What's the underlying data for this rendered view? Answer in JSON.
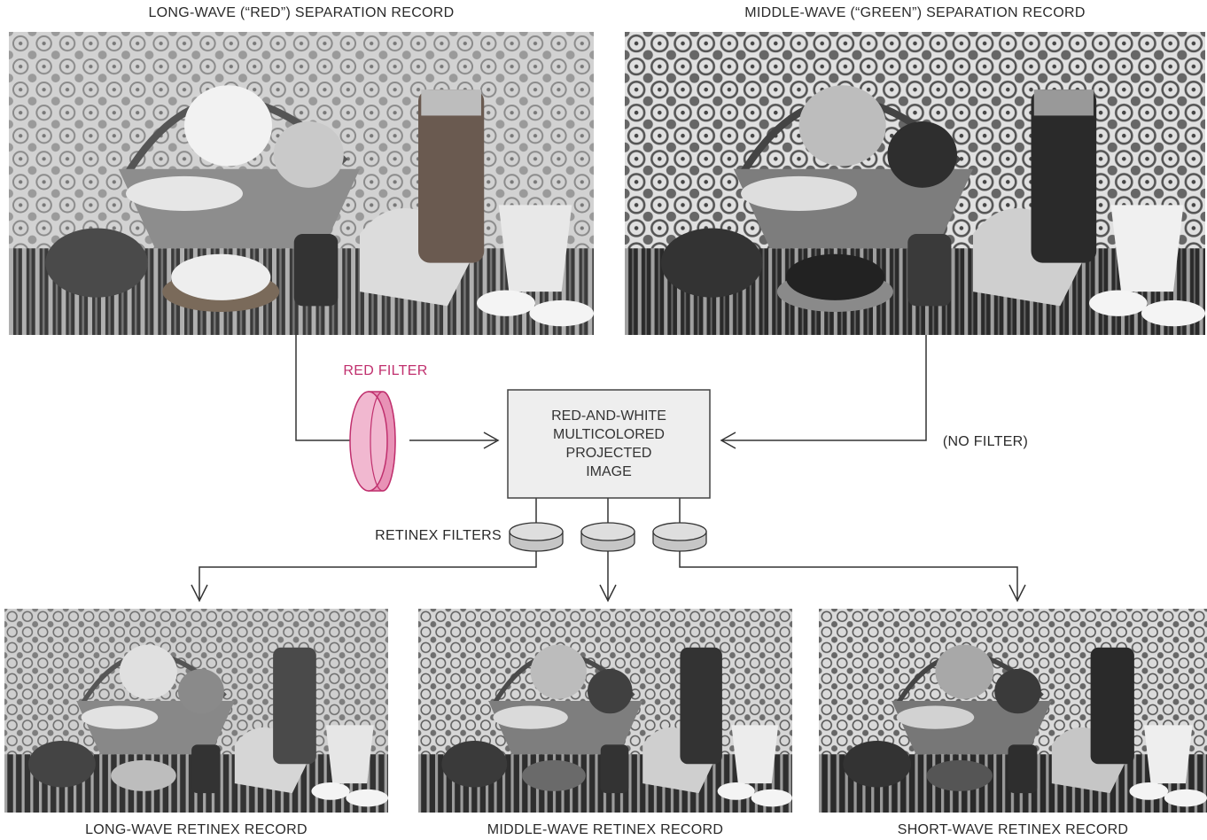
{
  "photos": {
    "top_left": {
      "caption": "LONG-WAVE (“RED”) SEPARATION RECORD"
    },
    "top_right": {
      "caption": "MIDDLE-WAVE (“GREEN”) SEPARATION RECORD"
    },
    "bottom_left": {
      "caption": "LONG-WAVE RETINEX RECORD"
    },
    "bottom_middle": {
      "caption": "MIDDLE-WAVE RETINEX RECORD"
    },
    "bottom_right": {
      "caption": "SHORT-WAVE RETINEX RECORD"
    }
  },
  "projector": {
    "lines": [
      "RED-AND-WHITE",
      "MULTICOLORED",
      "PROJECTED",
      "IMAGE"
    ]
  },
  "filters": {
    "red_filter_label": "RED FILTER",
    "no_filter_label": "(NO FILTER)",
    "retinex_label": "RETINEX FILTERS"
  },
  "colors": {
    "red_filter_fill": "#f1b8d0",
    "red_filter_stroke": "#c0306e",
    "red_label": "#c0306e",
    "box_fill": "#eeeeee",
    "line": "#333333",
    "retinex_filter_fill": "#d8d8d8"
  }
}
